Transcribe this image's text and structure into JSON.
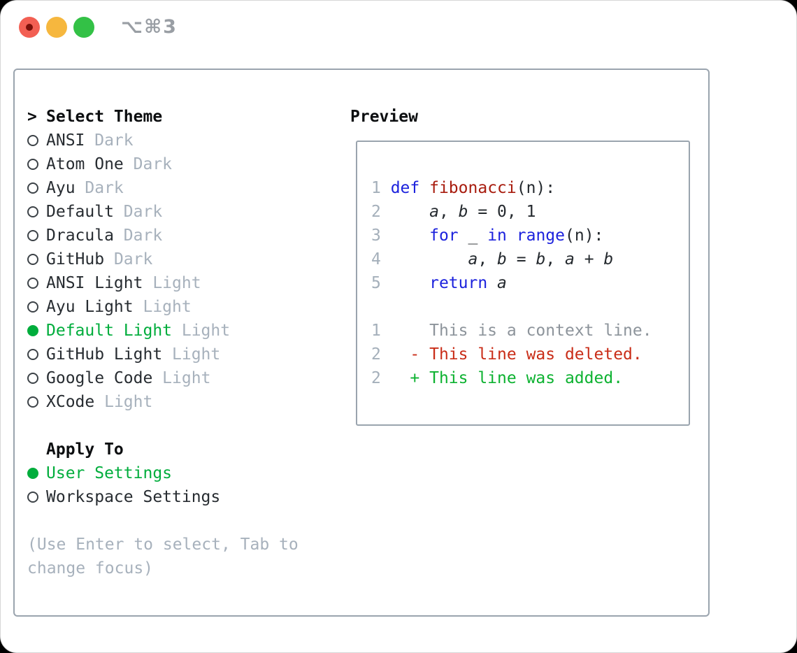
{
  "titlebar": {
    "title": "⌥⌘3",
    "traffic_lights": [
      "close",
      "minimize",
      "zoom"
    ]
  },
  "colors": {
    "accent_green": "#00ad3c",
    "keyword_blue": "#1c22dd",
    "function_red": "#a81c0e",
    "deleted_red": "#c92d18",
    "added_green": "#0db231",
    "context_gray": "#8d949b",
    "muted_gray": "#a7b1bc",
    "line_number_gray": "#a4afba",
    "border_gray": "#9aa4ae",
    "text_primary": "#272c31",
    "title_gray": "#999ea4"
  },
  "theme_panel": {
    "select_header": {
      "cursor": ">",
      "label": "Select Theme"
    },
    "themes": [
      {
        "name": "ANSI",
        "variant": " Dark",
        "selected": false
      },
      {
        "name": "Atom One",
        "variant": " Dark",
        "selected": false
      },
      {
        "name": "Ayu",
        "variant": " Dark",
        "selected": false
      },
      {
        "name": "Default",
        "variant": " Dark",
        "selected": false
      },
      {
        "name": "Dracula",
        "variant": " Dark",
        "selected": false
      },
      {
        "name": "GitHub",
        "variant": " Dark",
        "selected": false
      },
      {
        "name": "ANSI Light",
        "variant": " Light",
        "selected": false
      },
      {
        "name": "Ayu Light",
        "variant": " Light",
        "selected": false
      },
      {
        "name": "Default Light",
        "variant": " Light",
        "selected": true
      },
      {
        "name": "GitHub Light",
        "variant": " Light",
        "selected": false
      },
      {
        "name": "Google Code",
        "variant": " Light",
        "selected": false
      },
      {
        "name": "XCode",
        "variant": " Light",
        "selected": false
      }
    ],
    "apply_to": {
      "label": "Apply To",
      "options": [
        {
          "name": "User Settings",
          "selected": true
        },
        {
          "name": "Workspace Settings",
          "selected": false
        }
      ]
    },
    "hint_lines": [
      "(Use Enter to select, Tab to",
      "change focus)"
    ]
  },
  "preview": {
    "label": "Preview",
    "code_lines": [
      {
        "num": "1",
        "segments": [
          {
            "t": "def",
            "c": "k"
          },
          {
            "t": " ",
            "c": "p"
          },
          {
            "t": "fibonacci",
            "c": "f"
          },
          {
            "t": "(n):",
            "c": "p"
          }
        ]
      },
      {
        "num": "2",
        "segments": [
          {
            "t": "    ",
            "c": "p"
          },
          {
            "t": "a",
            "c": "v"
          },
          {
            "t": ", ",
            "c": "p"
          },
          {
            "t": "b",
            "c": "v"
          },
          {
            "t": " = 0, 1",
            "c": "p"
          }
        ]
      },
      {
        "num": "3",
        "segments": [
          {
            "t": "    ",
            "c": "p"
          },
          {
            "t": "for",
            "c": "k"
          },
          {
            "t": " _ ",
            "c": "p"
          },
          {
            "t": "in",
            "c": "k"
          },
          {
            "t": " ",
            "c": "p"
          },
          {
            "t": "range",
            "c": "k"
          },
          {
            "t": "(n):",
            "c": "p"
          }
        ]
      },
      {
        "num": "4",
        "segments": [
          {
            "t": "        ",
            "c": "p"
          },
          {
            "t": "a",
            "c": "v"
          },
          {
            "t": ", ",
            "c": "p"
          },
          {
            "t": "b",
            "c": "v"
          },
          {
            "t": " = ",
            "c": "p"
          },
          {
            "t": "b",
            "c": "v"
          },
          {
            "t": ", ",
            "c": "p"
          },
          {
            "t": "a",
            "c": "v"
          },
          {
            "t": " + ",
            "c": "p"
          },
          {
            "t": "b",
            "c": "v"
          }
        ]
      },
      {
        "num": "5",
        "segments": [
          {
            "t": "    ",
            "c": "p"
          },
          {
            "t": "return",
            "c": "k"
          },
          {
            "t": " ",
            "c": "p"
          },
          {
            "t": "a",
            "c": "v"
          }
        ]
      },
      {
        "num": "",
        "segments": []
      },
      {
        "num": "1",
        "segments": [
          {
            "t": "    This is a context line.",
            "c": "ctx"
          }
        ]
      },
      {
        "num": "2",
        "segments": [
          {
            "t": "  - This line was deleted.",
            "c": "del"
          }
        ]
      },
      {
        "num": "2",
        "segments": [
          {
            "t": "  + This line was added.",
            "c": "add"
          }
        ]
      }
    ]
  }
}
